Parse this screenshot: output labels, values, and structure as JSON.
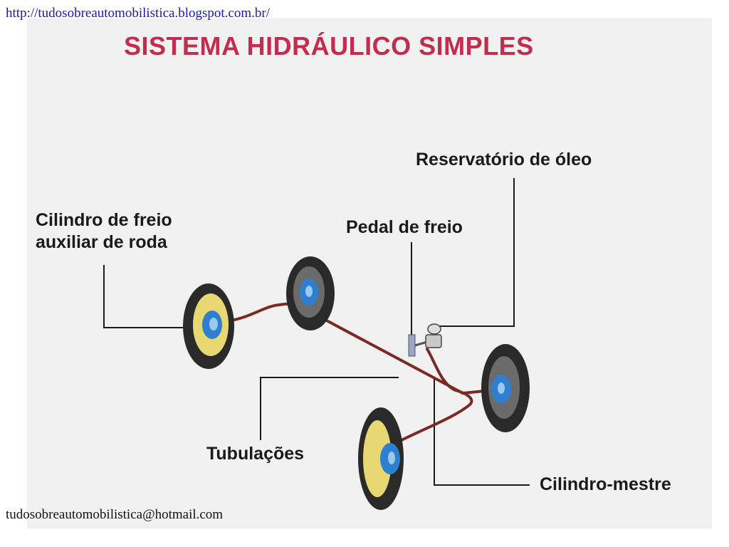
{
  "header": {
    "url": "http://tudosobreautomobilistica.blogspot.com.br/"
  },
  "diagram": {
    "title": "SISTEMA HIDRÁULICO SIMPLES",
    "labels": {
      "wheel_cylinder_line1": "Cilindro de freio",
      "wheel_cylinder_line2": "auxiliar de roda",
      "oil_reservoir": "Reservatório de óleo",
      "brake_pedal": "Pedal de freio",
      "pipes": "Tubulações",
      "master_cylinder": "Cilindro-mestre"
    },
    "colors": {
      "title": "#c22c4e",
      "brake_line": "#7a2a24",
      "hub": "#2f7fd0",
      "tire": "#2a2a2a"
    }
  },
  "footer": {
    "email": "tudosobreautomobilistica@hotmail.com"
  }
}
